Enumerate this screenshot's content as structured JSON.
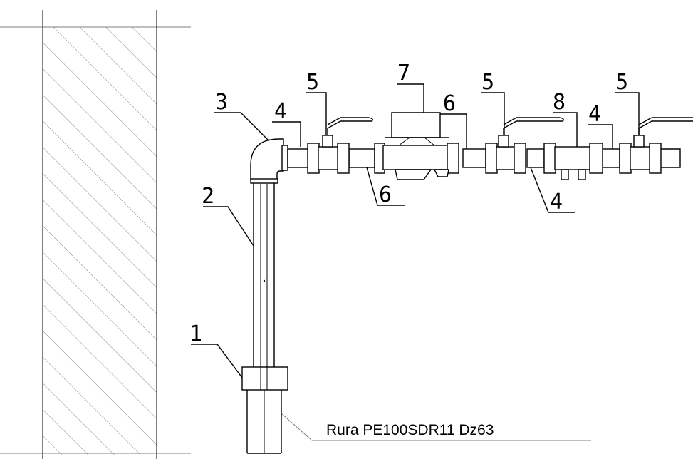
{
  "labels": {
    "l1": "1",
    "l2": "2",
    "l3": "3",
    "l4a": "4",
    "l4b": "4",
    "l4c": "4",
    "l5a": "5",
    "l5b": "5",
    "l5c": "5",
    "l6a": "6",
    "l6b": "6",
    "l7": "7",
    "l8": "8"
  },
  "caption": "Rura PE100SDR11 Dz63"
}
